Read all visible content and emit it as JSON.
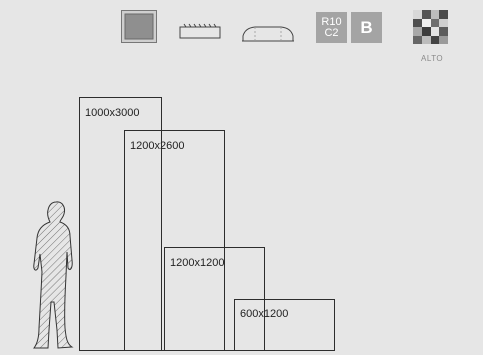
{
  "icons": {
    "matt_finish": "square-frame-icon",
    "rectified_edge": "rectified-edge-icon",
    "bullnose": "bullnose-icon",
    "variation": "shade-variation-icon"
  },
  "badges": {
    "slip_rating_line1": "R10",
    "slip_rating_line2": "C2",
    "class": "B",
    "variation_label": "ALTO"
  },
  "sizes": [
    {
      "label": "1000x3000"
    },
    {
      "label": "1200x2600"
    },
    {
      "label": "1200x1200"
    },
    {
      "label": "600x1200"
    }
  ],
  "colors": {
    "background": "#e6e6e6",
    "outline": "#2d2d2d",
    "badge": "#a4a4a4"
  }
}
